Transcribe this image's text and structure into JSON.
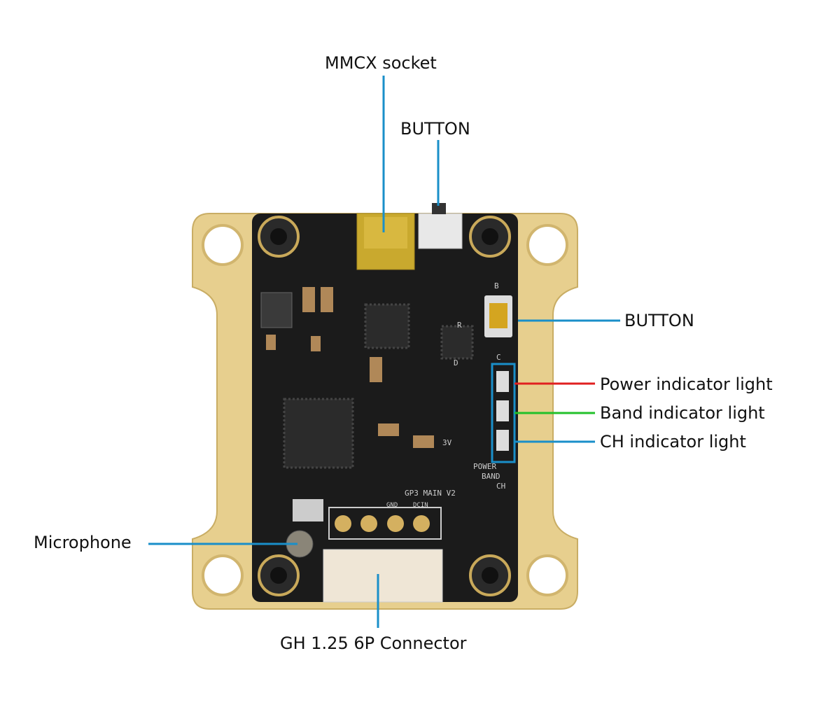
{
  "labels": {
    "mmcx": "MMCX socket",
    "button_top": "BUTTON",
    "button_right": "BUTTON",
    "power_light": "Power indicator light",
    "band_light": "Band indicator light",
    "ch_light": "CH indicator light",
    "microphone": "Microphone",
    "connector": "GH 1.25 6P Connector"
  },
  "silkscreen": {
    "board_name": "GP3 MAIN V2",
    "power": "POWER",
    "band": "BAND",
    "ch": "CH",
    "r": "R",
    "c": "C",
    "d": "D",
    "v3": "3V",
    "b": "B",
    "gnd": "GND",
    "dcin": "DCIN"
  },
  "colors": {
    "leader_blue": "#1a8fc9",
    "power_red": "#e02020",
    "band_green": "#22c02a",
    "gold": "#e7cf8e",
    "board": "#1b1b1b"
  }
}
